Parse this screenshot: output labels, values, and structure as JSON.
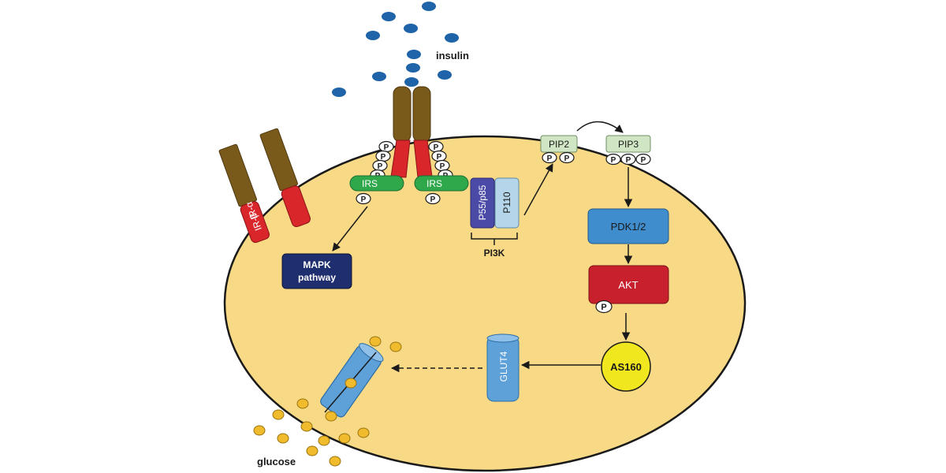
{
  "labels": {
    "insulin": "insulin",
    "glucose": "glucose",
    "ir_alpha": "IR-α",
    "ir_beta": "IR-β",
    "irs_left": "IRS",
    "irs_right": "IRS",
    "phospho": "P",
    "p55_p85": "P55/p85",
    "p110": "P110",
    "pi3k": "PI3K",
    "pip2": "PIP2",
    "pip3": "PIP3",
    "pdk": "PDK1/2",
    "akt": "AKT",
    "as160": "AS160",
    "glut4": "GLUT4",
    "mapk_line1": "MAPK",
    "mapk_line2": "pathway"
  },
  "colors": {
    "cell_fill": "#f8da86",
    "cell_stroke": "#1a1a1a",
    "insulin_dot": "#1f64a8",
    "glucose_dot": "#f0bb2d",
    "receptor_alpha": "#7a5a1b",
    "receptor_beta": "#d8262b",
    "irs": "#2ea84b",
    "p55": "#4b4aa7",
    "p110": "#b5d6ea",
    "pip": "#cfe5c4",
    "pdk": "#3f8dcc",
    "akt": "#c8202c",
    "as160": "#f1e71f",
    "glut4": "#5ea0d8",
    "mapk": "#1f2e6e"
  }
}
